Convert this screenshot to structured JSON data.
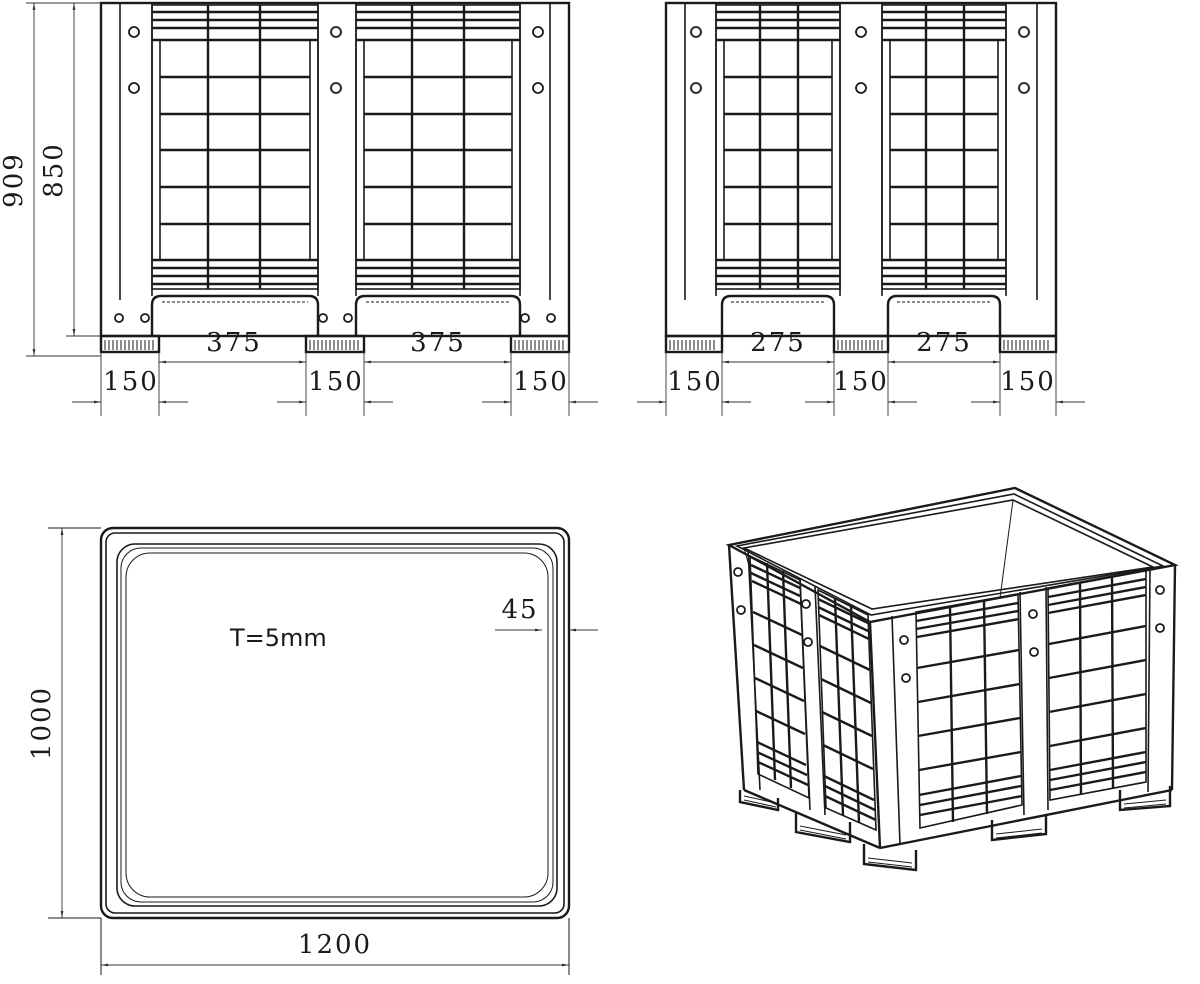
{
  "front_view": {
    "height_total": "909",
    "height_body": "850",
    "opening_left": "375",
    "opening_right": "375",
    "foot_left": "150",
    "foot_mid": "150",
    "foot_right": "150"
  },
  "side_view": {
    "opening_left": "275",
    "opening_right": "275",
    "foot_left": "150",
    "foot_mid": "150",
    "foot_right": "150"
  },
  "top_view": {
    "width": "1200",
    "depth": "1000",
    "rim": "45",
    "thickness_note": "T=5mm"
  }
}
